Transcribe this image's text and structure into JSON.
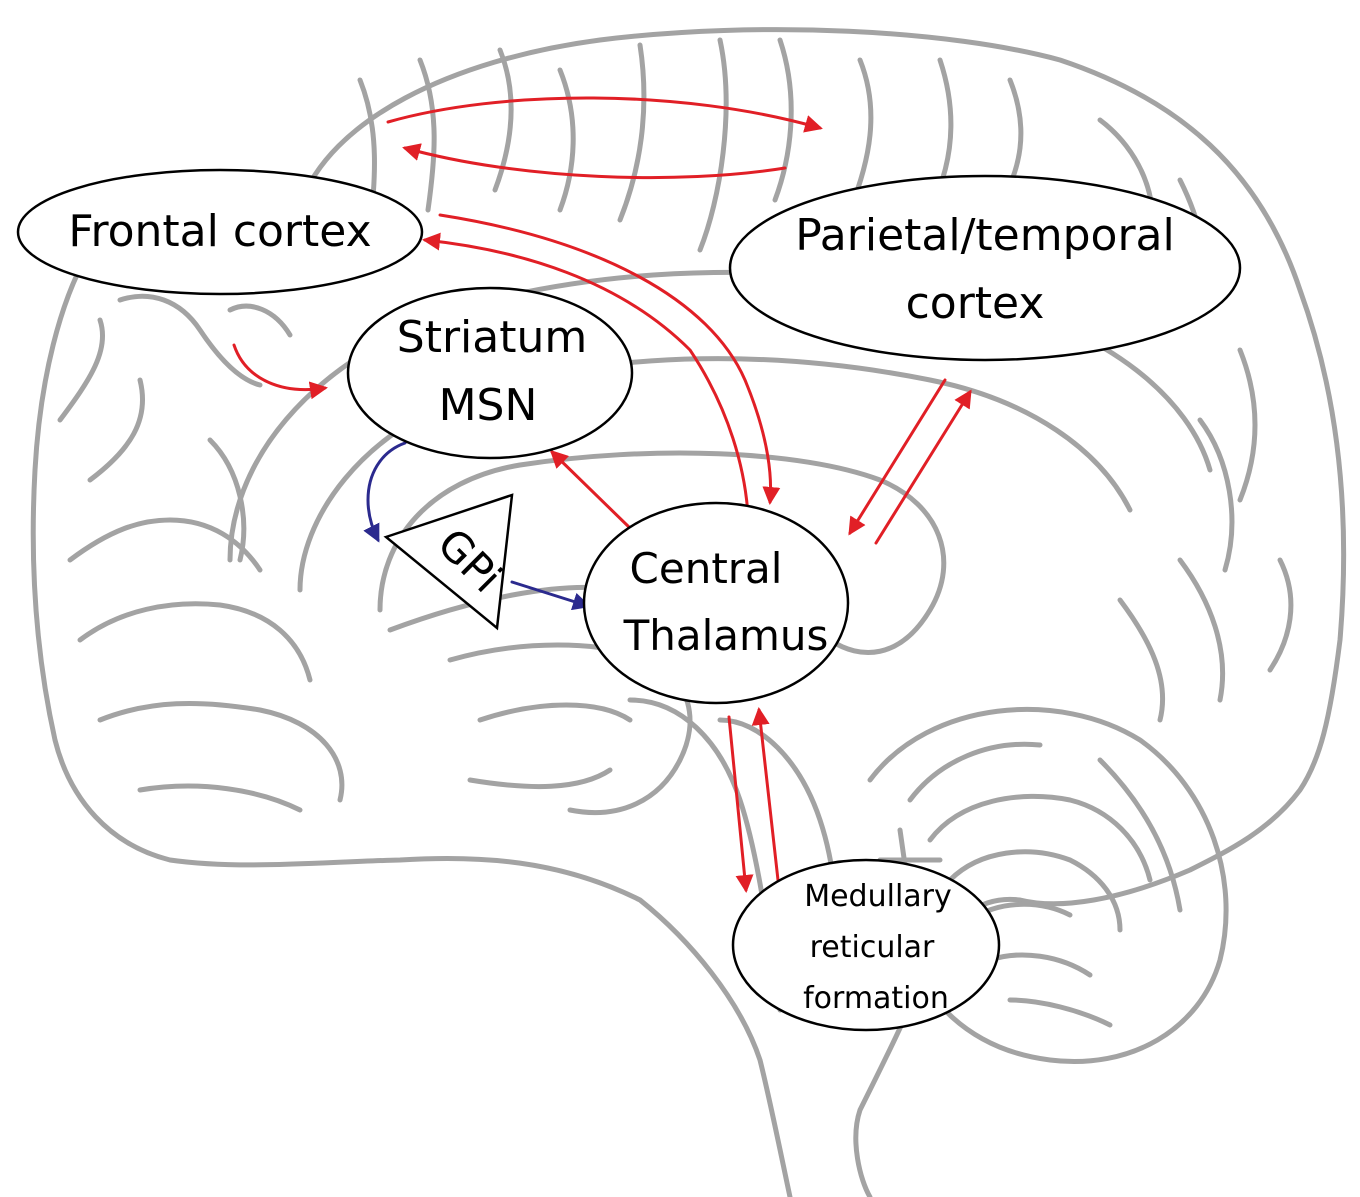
{
  "nodes": {
    "frontal_cortex": {
      "label": "Frontal cortex"
    },
    "parietal_temporal_cortex": {
      "line1": "Parietal/temporal",
      "line2": "cortex"
    },
    "striatum_msn": {
      "line1": "Striatum",
      "line2": "MSN"
    },
    "gpi": {
      "label": "GPi"
    },
    "central_thalamus": {
      "line1": "Central",
      "line2": "Thalamus"
    },
    "medullary_reticular_formation": {
      "line1": "Medullary",
      "line2": "reticular",
      "line3": "formation"
    }
  },
  "colors": {
    "excitatory_arrow": "#e11f26",
    "inhibitory_arrow": "#2b2a8e",
    "brain_outline": "#a3a3a3",
    "node_outline": "#000000"
  },
  "edges": [
    {
      "from": "frontal_cortex",
      "to": "parietal_temporal_cortex",
      "type": "excitatory"
    },
    {
      "from": "parietal_temporal_cortex",
      "to": "frontal_cortex",
      "type": "excitatory"
    },
    {
      "from": "frontal_cortex",
      "to": "striatum_msn",
      "type": "excitatory"
    },
    {
      "from": "frontal_cortex",
      "to": "central_thalamus",
      "type": "excitatory"
    },
    {
      "from": "central_thalamus",
      "to": "frontal_cortex",
      "type": "excitatory"
    },
    {
      "from": "central_thalamus",
      "to": "striatum_msn",
      "type": "excitatory"
    },
    {
      "from": "parietal_temporal_cortex",
      "to": "central_thalamus",
      "type": "excitatory"
    },
    {
      "from": "central_thalamus",
      "to": "parietal_temporal_cortex",
      "type": "excitatory"
    },
    {
      "from": "central_thalamus",
      "to": "medullary_reticular_formation",
      "type": "excitatory"
    },
    {
      "from": "medullary_reticular_formation",
      "to": "central_thalamus",
      "type": "excitatory"
    },
    {
      "from": "striatum_msn",
      "to": "gpi",
      "type": "inhibitory"
    },
    {
      "from": "gpi",
      "to": "central_thalamus",
      "type": "inhibitory"
    }
  ]
}
